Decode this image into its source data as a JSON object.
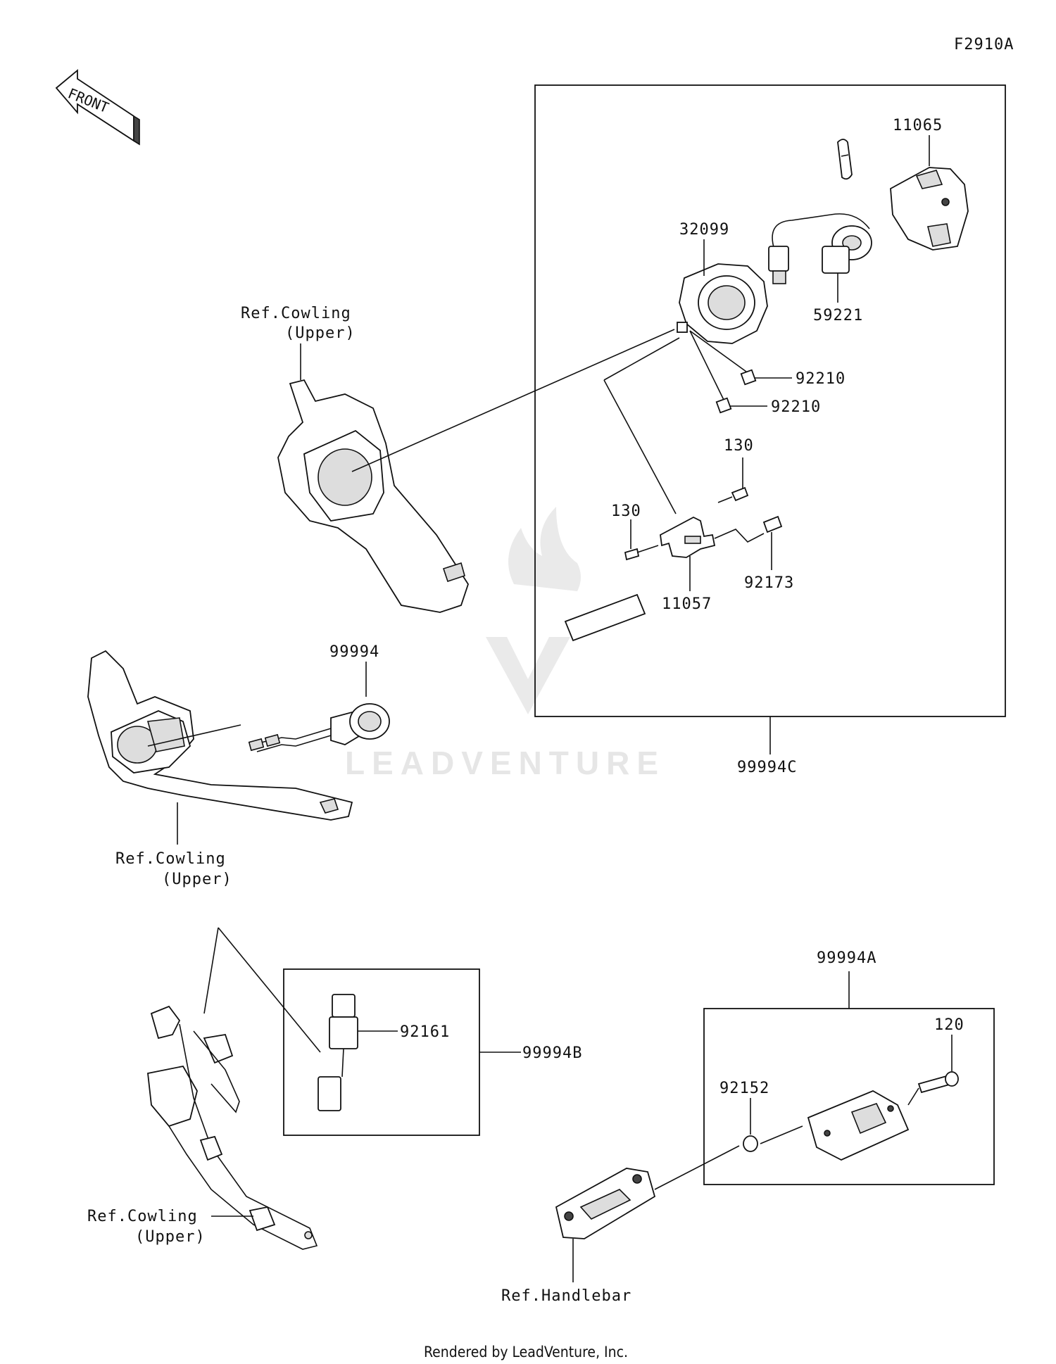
{
  "figure_code": "F2910A",
  "front_label": "FRONT",
  "watermark": "LEADVENTURE",
  "footer": "Rendered by LeadVenture, Inc.",
  "labels": {
    "p11065": "11065",
    "p32099": "32099",
    "p59221": "59221",
    "p92210_a": "92210",
    "p92210_b": "92210",
    "p130_a": "130",
    "p130_b": "130",
    "p92173": "92173",
    "p11057": "11057",
    "p99994C": "99994C",
    "p99994": "99994",
    "p92161": "92161",
    "p99994B": "99994B",
    "p99994A": "99994A",
    "p120": "120",
    "p92152": "92152"
  },
  "refs": {
    "cowling_1_line1": "Ref.Cowling",
    "cowling_1_line2": "(Upper)",
    "cowling_2_line1": "Ref.Cowling",
    "cowling_2_line2": "(Upper)",
    "cowling_3_line1": "Ref.Cowling",
    "cowling_3_line2": "(Upper)",
    "handlebar": "Ref.Handlebar"
  }
}
